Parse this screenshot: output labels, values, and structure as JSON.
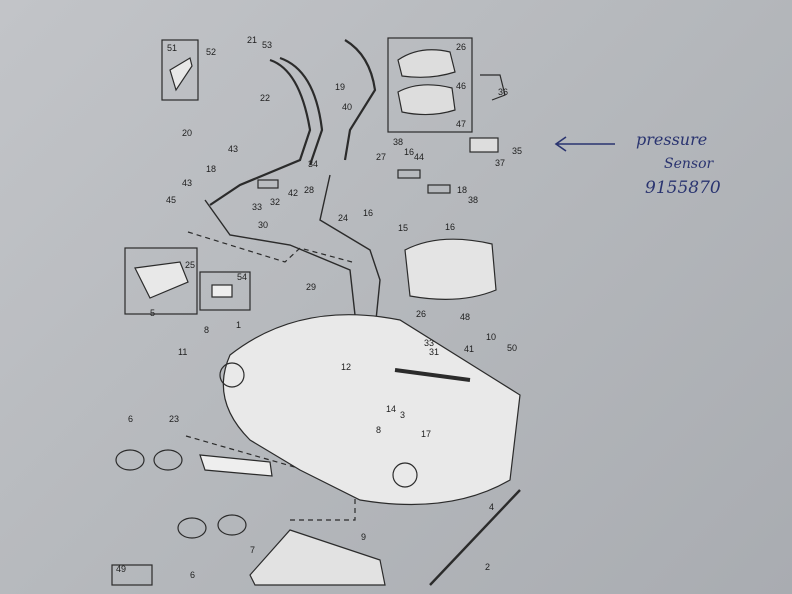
{
  "diagram": {
    "callouts": [
      "51",
      "21",
      "52",
      "53",
      "19",
      "22",
      "20",
      "43",
      "18",
      "43",
      "45",
      "33",
      "32",
      "42",
      "34",
      "40",
      "26",
      "46",
      "47",
      "36",
      "35",
      "37",
      "38",
      "16",
      "44",
      "18",
      "38",
      "27",
      "28",
      "24",
      "16",
      "15",
      "16",
      "30",
      "25",
      "54",
      "5",
      "29",
      "26",
      "48",
      "8",
      "1",
      "11",
      "12",
      "33",
      "31",
      "41",
      "10",
      "50",
      "14",
      "3",
      "17",
      "6",
      "23",
      "8",
      "7",
      "9",
      "6",
      "4",
      "2",
      "49"
    ],
    "annotation": {
      "line1": "pressure",
      "line2": "Sensor",
      "line3": "9155870",
      "arrow": "left-arrow"
    }
  }
}
